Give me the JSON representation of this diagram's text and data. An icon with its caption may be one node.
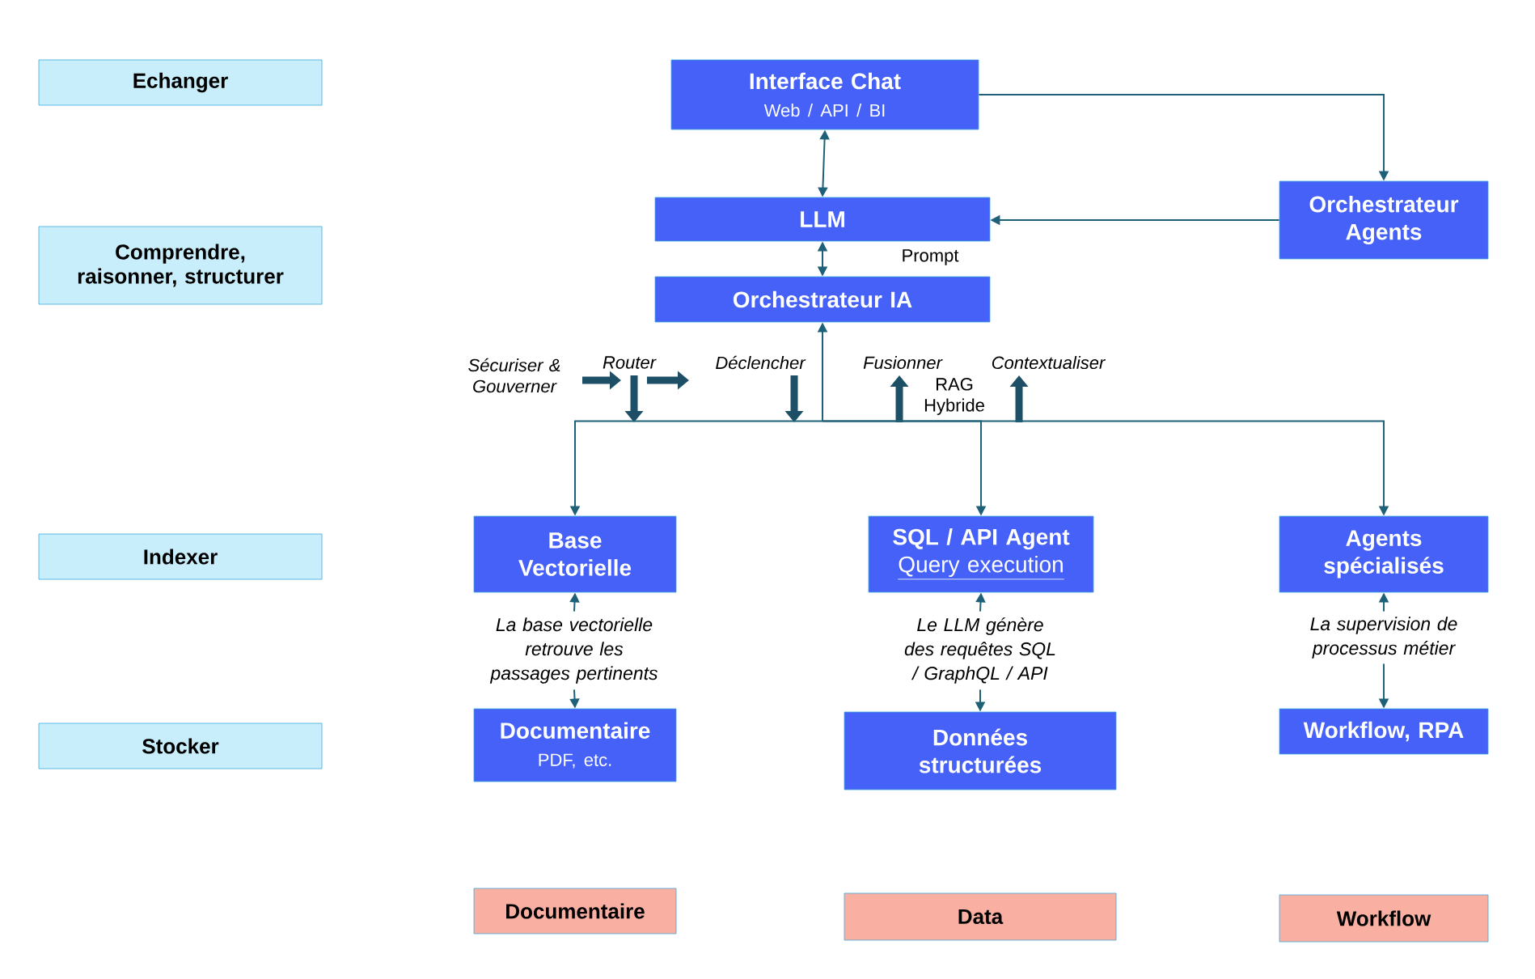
{
  "diagram": {
    "nodes": [
      {
        "text": [
          "Echanger"
        ]
      },
      {
        "text": [
          "Interface Chat",
          "Web / API / BI"
        ]
      },
      {
        "text": [
          "Comprendre, raisonner, structurer"
        ]
      },
      {
        "text": [
          "LLM"
        ]
      },
      {
        "text": [
          "Orchestrateur Agents"
        ]
      },
      {
        "text": [
          "Orchestrateur IA"
        ]
      },
      {
        "text": [
          "Indexer"
        ]
      },
      {
        "text": [
          "Base Vectorielle"
        ]
      },
      {
        "text": [
          "SQL / API Agent",
          "Query execution"
        ]
      },
      {
        "text": [
          "Agents spécialisés"
        ]
      },
      {
        "text": [
          "La base vectorielle retrouve les passages pertinents"
        ]
      },
      {
        "text": [
          "Le LLM génère des requêtes SQL / GraphQL / API"
        ]
      },
      {
        "text": [
          "La supervision de processus métier"
        ]
      },
      {
        "text": [
          "Stocker"
        ]
      },
      {
        "text": [
          "Documentaire",
          "PDF, etc."
        ]
      },
      {
        "text": [
          "Données structurées"
        ]
      },
      {
        "text": [
          "Workflow, RPA"
        ]
      },
      {
        "text": [
          "Documentaire"
        ]
      },
      {
        "text": [
          "Data"
        ]
      },
      {
        "text": [
          "Workflow"
        ]
      }
    ],
    "edges": [
      {
        "from": 1,
        "to": 3,
        "arrow": "both"
      },
      {
        "from": 1,
        "to": 4,
        "arrow": "to"
      },
      {
        "from": 4,
        "to": 3,
        "arrow": "to"
      },
      {
        "from": 3,
        "to": 5,
        "arrow": "both"
      },
      {
        "from": 5,
        "to": 7,
        "arrow": "both"
      },
      {
        "from": 5,
        "to": 8,
        "arrow": "both"
      },
      {
        "from": 5,
        "to": 9,
        "arrow": "both"
      },
      {
        "from": 10,
        "to": 7,
        "arrow": "to"
      },
      {
        "from": 10,
        "to": 14,
        "arrow": "to"
      },
      {
        "from": 11,
        "to": 8,
        "arrow": "to"
      },
      {
        "from": 11,
        "to": 15,
        "arrow": "to"
      },
      {
        "from": 12,
        "to": 9,
        "arrow": "to"
      },
      {
        "from": 12,
        "to": 16,
        "arrow": "to"
      }
    ],
    "labels": [
      "Prompt",
      "Sécuriser & Gouverner",
      "Router",
      "Déclencher",
      "Fusionner",
      "Contextualiser",
      "RAG Hybride"
    ]
  }
}
